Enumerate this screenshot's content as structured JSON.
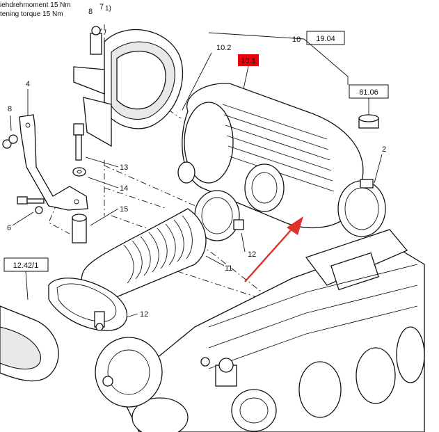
{
  "notes": {
    "torque_de": "iehdrehmoment 15 Nm",
    "torque_en": "tening torque 15 Nm"
  },
  "labels": {
    "p8_top": "8",
    "p7_top": "7",
    "p7_sup": "1)",
    "p10": "10",
    "p10_2": "10.2",
    "p4": "4",
    "p8_left": "8",
    "p13": "13",
    "p14": "14",
    "p15": "15",
    "p6": "6",
    "p2": "2",
    "p12_mid": "12",
    "p11": "11",
    "p12_bottom": "12",
    "ref_1904": "19.04",
    "ref_1011": "10.1",
    "ref_8106": "81.06",
    "ref_1242": "12.42/1"
  },
  "colors": {
    "highlight": "#e8000b",
    "arrow": "#e0302a",
    "ink": "#111111"
  }
}
